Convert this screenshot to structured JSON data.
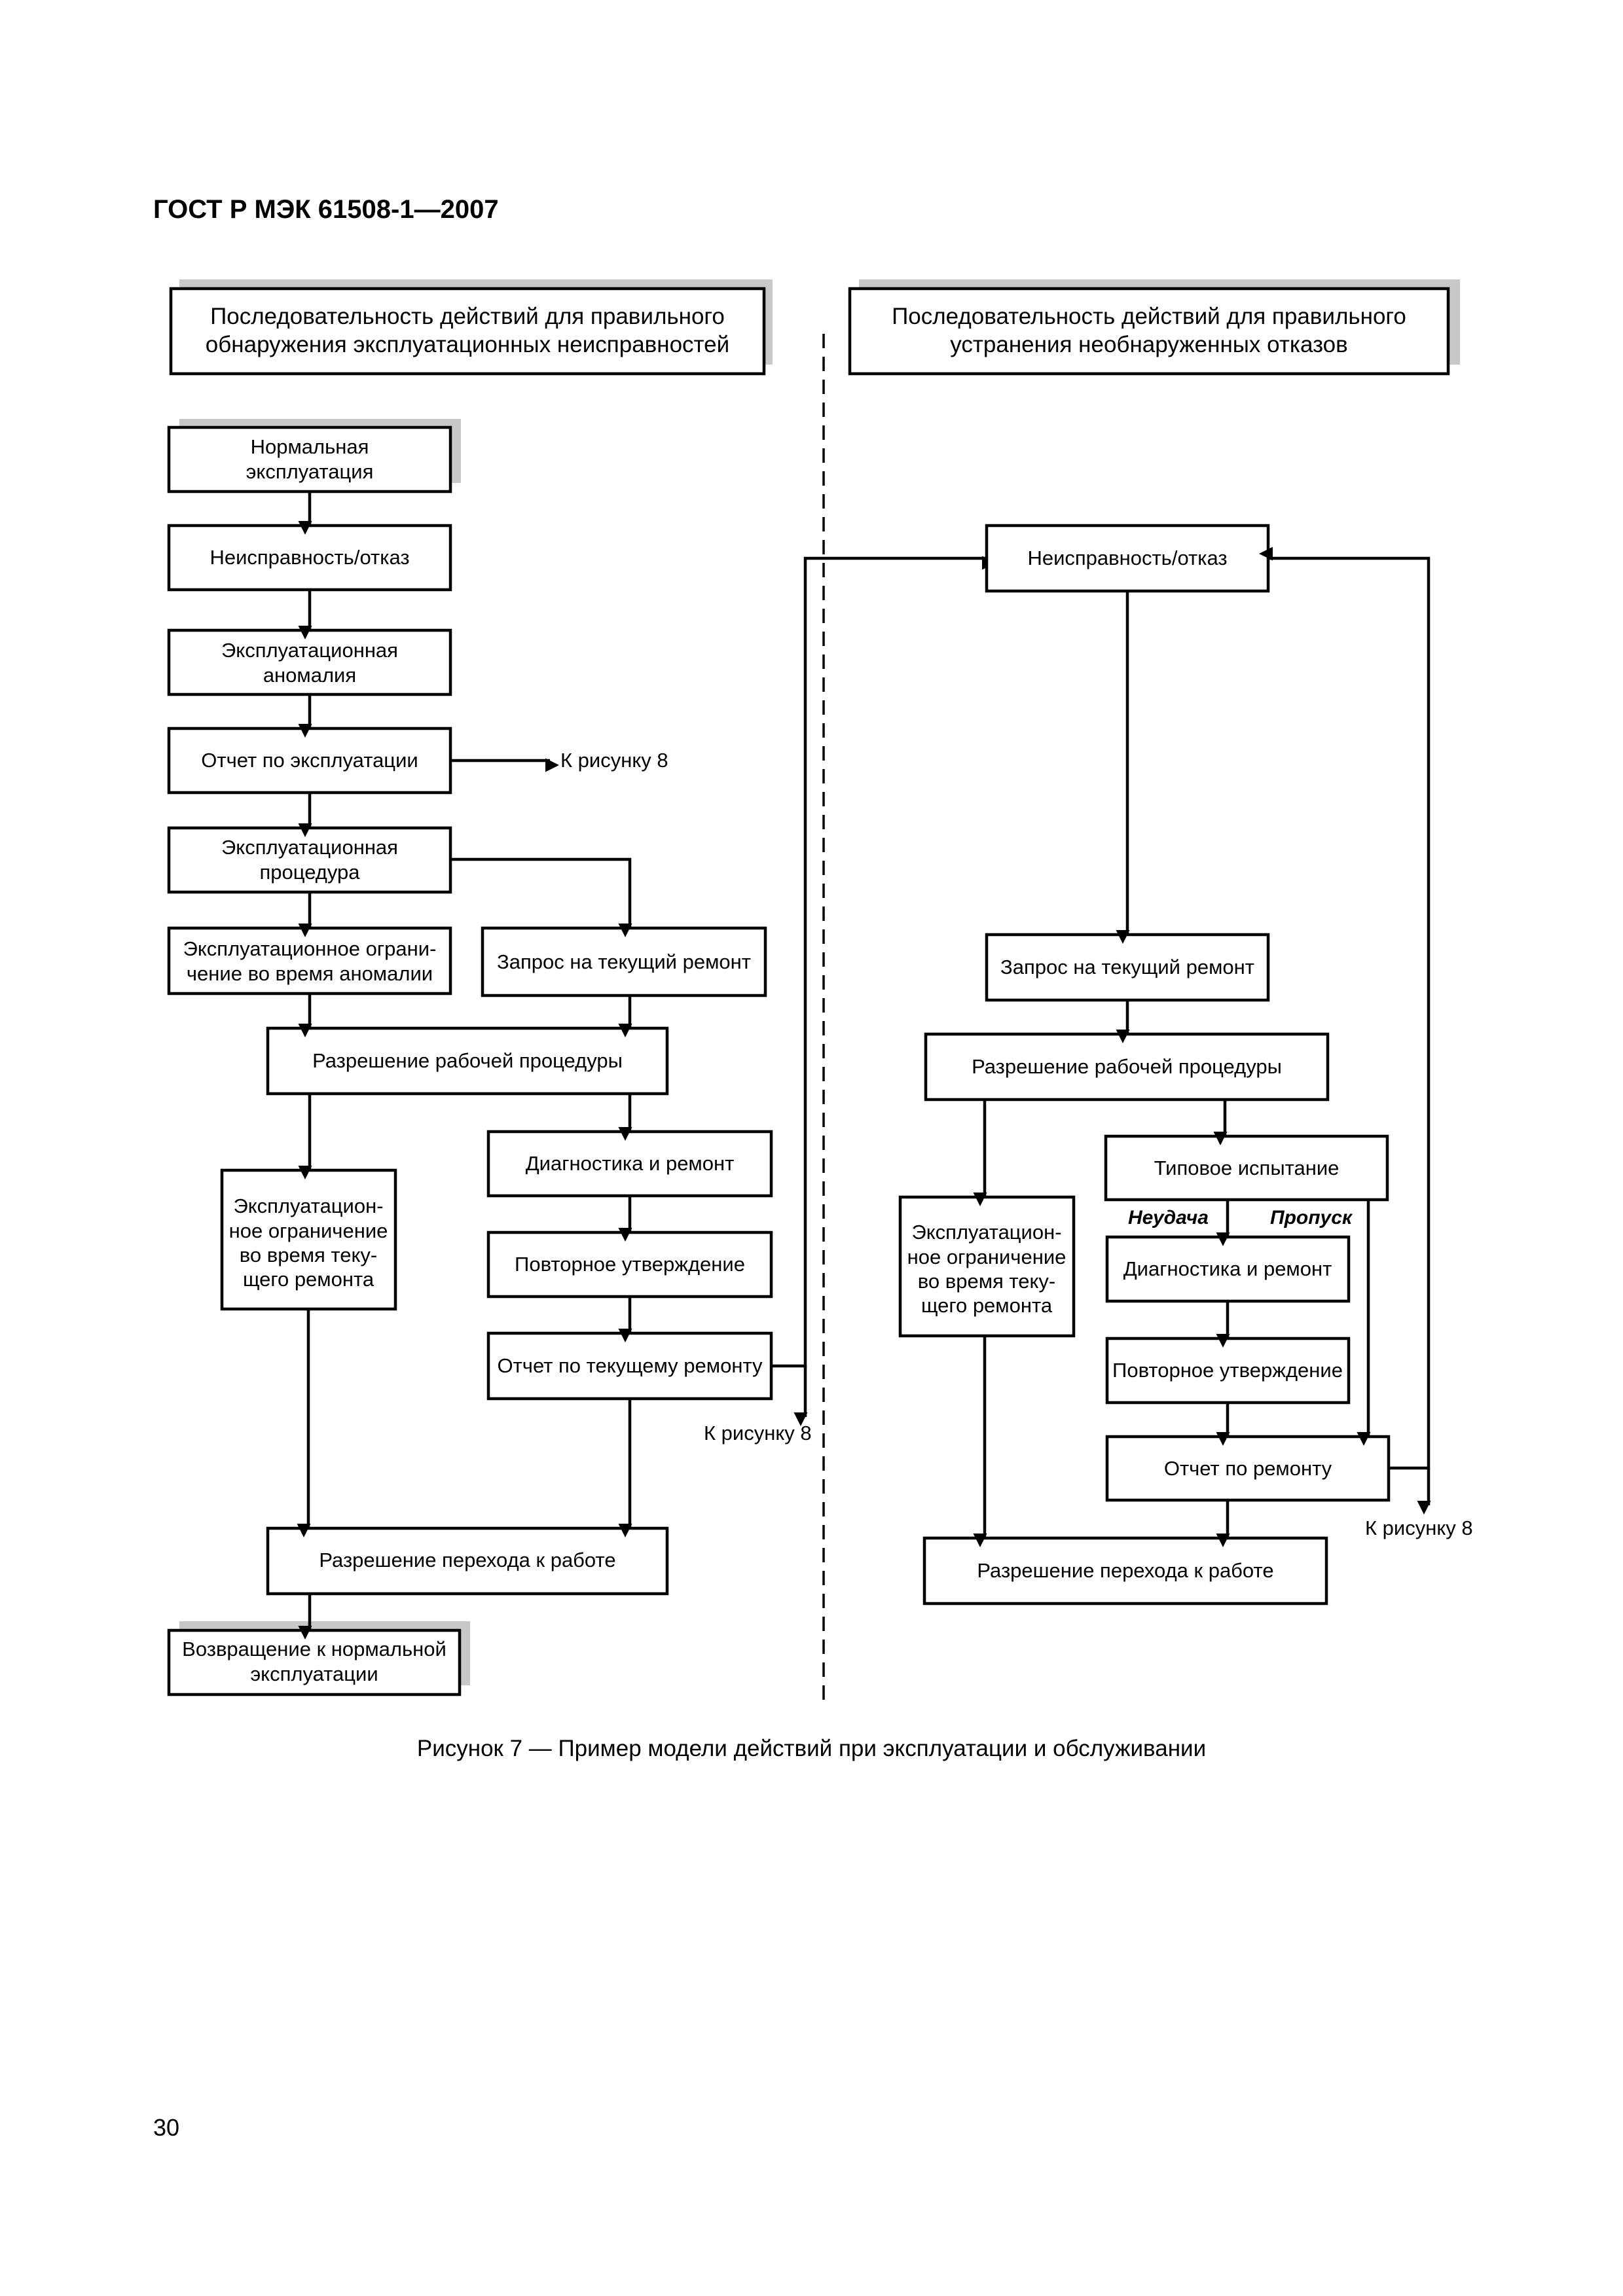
{
  "header": {
    "title": "ГОСТ Р МЭК 61508-1—2007"
  },
  "left_panel": {
    "title_lines": [
      "Последовательность действий для правильного",
      "обнаружения эксплуатационных неисправностей"
    ],
    "nodes": {
      "normal_operation": [
        "Нормальная",
        "эксплуатация"
      ],
      "fault": [
        "Неисправность/отказ"
      ],
      "anomaly": [
        "Эксплуатационная",
        "аномалия"
      ],
      "operation_report": [
        "Отчет по эксплуатации"
      ],
      "procedure": [
        "Эксплуатационная",
        "процедура"
      ],
      "restriction_anomaly": [
        "Эксплуатационное ограни-",
        "чение во время аномалии"
      ],
      "repair_request": [
        "Запрос на текущий ремонт"
      ],
      "work_permit": [
        "Разрешение рабочей процедуры"
      ],
      "diagnostics": [
        "Диагностика и ремонт"
      ],
      "restriction_repair": [
        "Эксплуатацион-",
        "ное ограничение",
        "во время теку-",
        "щего ремонта"
      ],
      "revalidation": [
        "Повторное утверждение"
      ],
      "repair_report": [
        "Отчет по текущему ремонту"
      ],
      "return_permit": [
        "Разрешение перехода к работе"
      ],
      "return_normal": [
        "Возвращение к нормальной",
        "эксплуатации"
      ]
    },
    "ref_figure8_a": "К рисунку 8",
    "ref_figure8_b": "К рисунку 8"
  },
  "right_panel": {
    "title_lines": [
      "Последовательность действий для правильного",
      "устранения необнаруженных отказов"
    ],
    "nodes": {
      "fault": [
        "Неисправность/отказ"
      ],
      "repair_request": [
        "Запрос на текущий ремонт"
      ],
      "work_permit": [
        "Разрешение рабочей процедуры"
      ],
      "type_test": [
        "Типовое испытание"
      ],
      "restriction_repair": [
        "Эксплуатацион-",
        "ное ограничение",
        "во время теку-",
        "щего ремонта"
      ],
      "diagnostics": [
        "Диагностика и ремонт"
      ],
      "revalidation": [
        "Повторное утверждение"
      ],
      "repair_report": [
        "Отчет по ремонту"
      ],
      "return_permit": [
        "Разрешение перехода к работе"
      ]
    },
    "label_fail": "Неудача",
    "label_pass": "Пропуск",
    "ref_figure8": "К рисунку 8"
  },
  "caption": "Рисунок 7 — Пример модели действий при эксплуатации и обслуживании",
  "page_number": "30"
}
